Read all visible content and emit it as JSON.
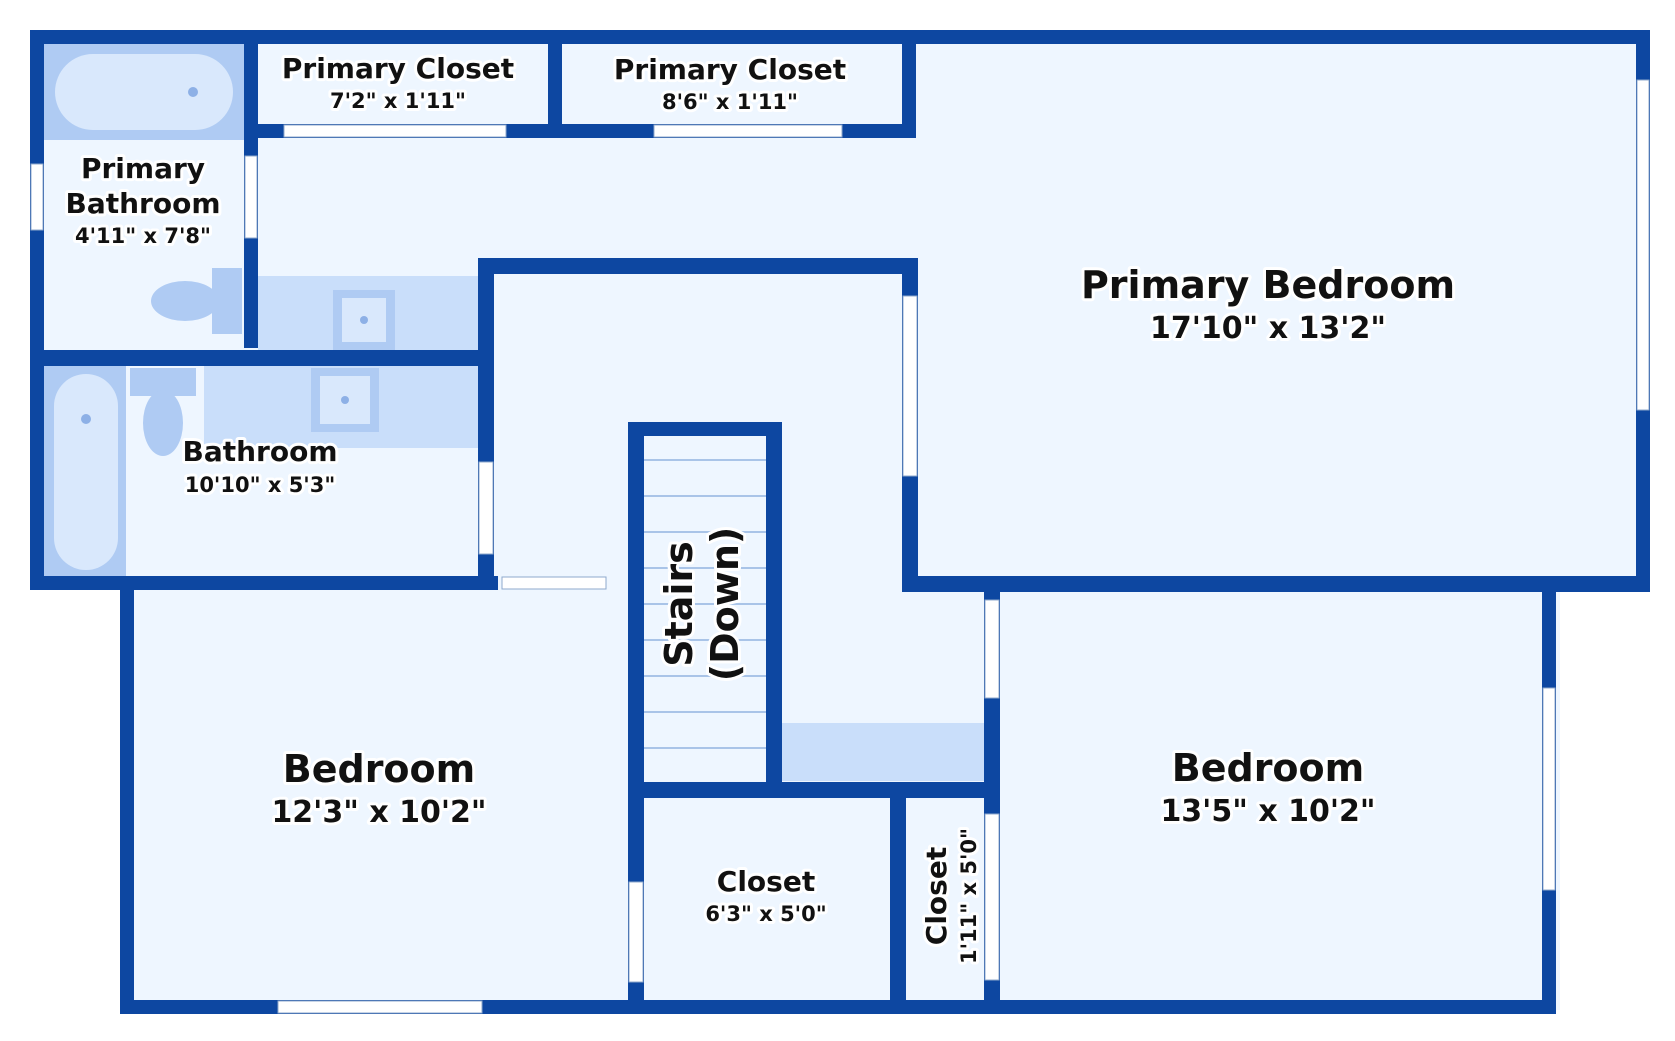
{
  "colors": {
    "wall": "#0D47A1",
    "floor": "#EEF6FF",
    "fixture": "#C9DEFA",
    "fixture_dark": "#AFCBF3",
    "opening": "#FFFFFF",
    "text": "#111111"
  },
  "rooms": {
    "primary_bedroom": {
      "name": "Primary Bedroom",
      "dims": "17'10\" x 13'2\""
    },
    "primary_bathroom": {
      "name_line1": "Primary",
      "name_line2": "Bathroom",
      "dims": "4'11\" x 7'8\""
    },
    "primary_closet_1": {
      "name": "Primary Closet",
      "dims": "7'2\" x 1'11\""
    },
    "primary_closet_2": {
      "name": "Primary Closet",
      "dims": "8'6\" x 1'11\""
    },
    "bathroom": {
      "name": "Bathroom",
      "dims": "10'10\" x 5'3\""
    },
    "bedroom_left": {
      "name": "Bedroom",
      "dims": "12'3\" x 10'2\""
    },
    "bedroom_right": {
      "name": "Bedroom",
      "dims": "13'5\" x 10'2\""
    },
    "stairs": {
      "line1": "Stairs",
      "line2": "(Down)"
    },
    "closet_center": {
      "name": "Closet",
      "dims": "6'3\" x 5'0\""
    },
    "closet_narrow": {
      "name": "Closet",
      "dims": "1'11\" x 5'0\""
    }
  }
}
